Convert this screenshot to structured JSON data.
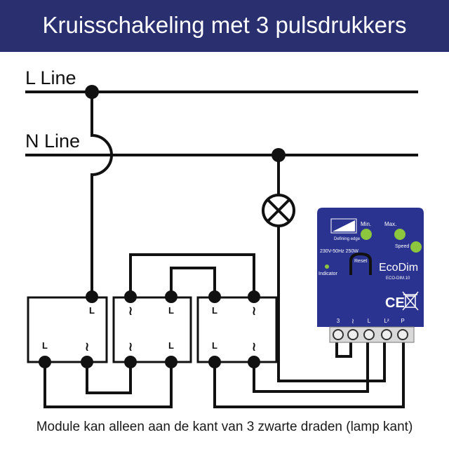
{
  "title": "Kruisschakeling met 3 pulsdrukkers",
  "lines": {
    "l_line": "L Line",
    "n_line": "N Line"
  },
  "switches": {
    "left": {
      "top": "L",
      "bottom_left": "L",
      "bottom_right": "≀"
    },
    "middle": {
      "top_left": "≀",
      "top_right": "L",
      "bottom_left": "≀",
      "bottom_right": "L"
    },
    "right": {
      "top_left": "L",
      "top_right": "≀",
      "bottom_left": "L",
      "bottom_right": "≀"
    }
  },
  "dimmer": {
    "edge_label": "Defining edge",
    "min_label": "Min.",
    "max_label": "Max.",
    "speed_label": "Speed",
    "rating": "230V-50Hz  250W",
    "reset_label": "Reset",
    "indicator_label": "Indicator",
    "brand_eco": "Eco",
    "brand_dim": "Dim",
    "model": "ECO-DIM.10",
    "ce_mark": "CE",
    "terminals": [
      "3",
      "≀",
      "L",
      "L²",
      "P"
    ]
  },
  "caption": "Module kan alleen aan de kant van 3 zwarte draden (lamp kant)",
  "colors": {
    "title_bg": "#2a2f6f",
    "dimmer_body": "#2b3390",
    "knob": "#8cc63f",
    "wire": "#111111"
  }
}
